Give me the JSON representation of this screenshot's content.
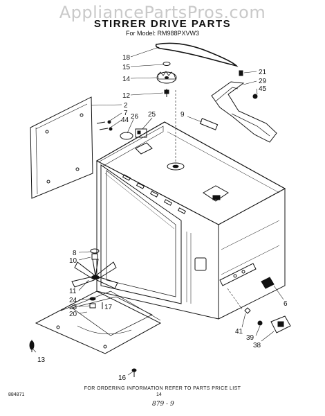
{
  "watermark": "AppliancePartsPros.com",
  "title": "STIRRER DRIVE PARTS",
  "model_line": "For Model: RM988PXVW3",
  "footer_note": "FOR ORDERING INFORMATION REFER TO PARTS PRICE LIST",
  "document_code": "884871",
  "page_number": "14",
  "handwritten_mark": "879 - 9",
  "callouts": {
    "c18": "18",
    "c15": "15",
    "c14": "14",
    "c12": "12",
    "c21": "21",
    "c29": "29",
    "c45": "45",
    "c2": "2",
    "c7": "7",
    "c44": "44",
    "c26": "26",
    "c25": "25",
    "c9": "9",
    "c8": "8",
    "c10": "10",
    "c11": "11",
    "c24": "24",
    "c23": "23",
    "c20": "20",
    "c17": "17",
    "c13": "13",
    "c16": "16",
    "c6": "6",
    "c41": "41",
    "c39": "39",
    "c38": "38"
  }
}
